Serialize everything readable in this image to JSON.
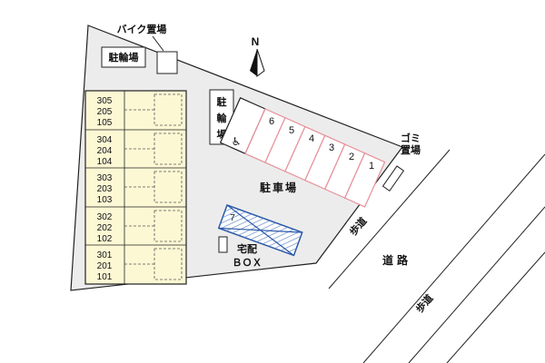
{
  "labels": {
    "bike_storage": "バイク置場",
    "bicycle_parking_top": "駐輪場",
    "bicycle_parking_mid_chars": [
      "駐",
      "輪",
      "場"
    ],
    "compass_n": "N",
    "parking_lot": "駐車場",
    "garbage_line1": "ゴミ",
    "garbage_line2": "置場",
    "delivery_line1": "宅配",
    "delivery_line2": "ＢＯＸ",
    "sidewalk_upper": "歩道",
    "road": "道路",
    "sidewalk_lower": "歩道",
    "covered_space": "7",
    "accessible_symbol": "♿"
  },
  "building": {
    "units": [
      [
        "305",
        "205",
        "105"
      ],
      [
        "304",
        "204",
        "104"
      ],
      [
        "303",
        "203",
        "103"
      ],
      [
        "302",
        "202",
        "102"
      ],
      [
        "301",
        "201",
        "101"
      ]
    ]
  },
  "parking": {
    "space_numbers": [
      "6",
      "5",
      "4",
      "3",
      "2",
      "1"
    ]
  },
  "colors": {
    "property_fill": "#ececec",
    "outline": "#222222",
    "building_fill": "#fcf8d4",
    "parking_stroke": "#e78f9a",
    "structure_blue": "#2a58a8"
  }
}
